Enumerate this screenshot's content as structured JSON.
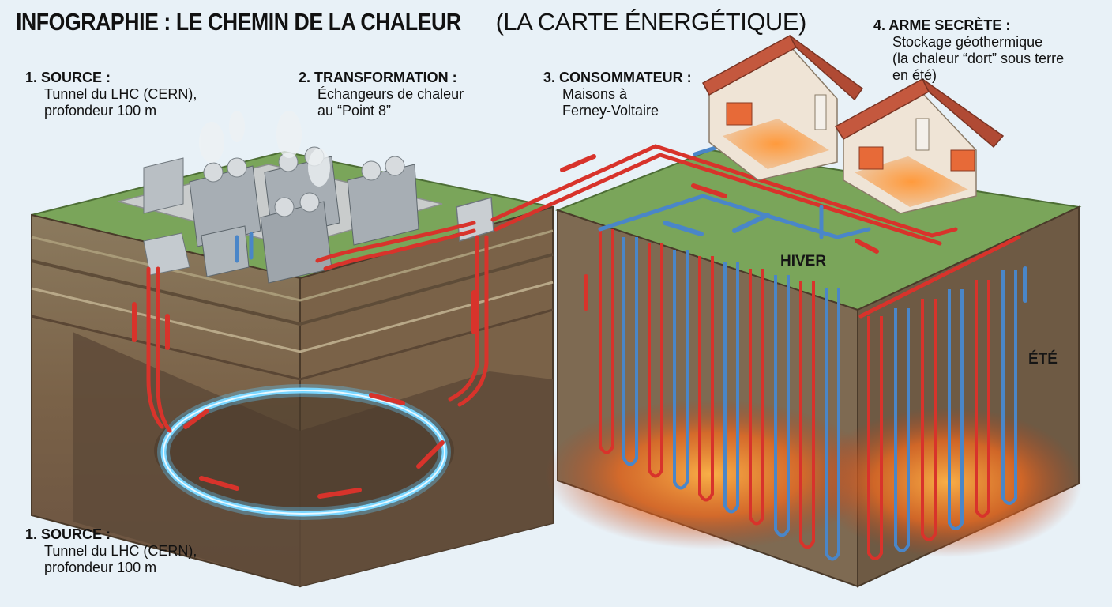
{
  "title": {
    "main": "INFOGRAPHIE : LE CHEMIN DE LA CHALEUR",
    "sub": "(LA CARTE ÉNERGÉTIQUE)"
  },
  "labels": {
    "source_top": {
      "heading": "1. SOURCE :",
      "line1": "Tunnel du LHC (CERN),",
      "line2": "profondeur 100 m"
    },
    "transformation": {
      "heading": "2. TRANSFORMATION :",
      "line1": "Échangeurs de chaleur",
      "line2": "au “Point 8”"
    },
    "consommateur": {
      "heading": "3. CONSOMMATEUR :",
      "line1": "Maisons à",
      "line2": "Ferney-Voltaire"
    },
    "arme_secrete": {
      "heading": "4. ARME SECRÈTE :",
      "line1": "Stockage géothermique",
      "line2": "(la chaleur “dort” sous terre",
      "line3": "en été)"
    },
    "source_bottom": {
      "heading": "1. SOURCE :",
      "line1": "Tunnel du LHC (CERN),",
      "line2": "profondeur 100 m"
    }
  },
  "tags": {
    "hiver": "HIVER",
    "ete": "ÉTÉ"
  },
  "colors": {
    "background": "#e8f1f7",
    "grass": "#7aa55a",
    "soil": "#8a7358",
    "hot_pipe": "#d8332b",
    "cold_pipe": "#4a86c8",
    "tunnel_glow": "#5fc8ff",
    "heat_glow": "#ff7a1a",
    "roof": "#c4583e"
  }
}
